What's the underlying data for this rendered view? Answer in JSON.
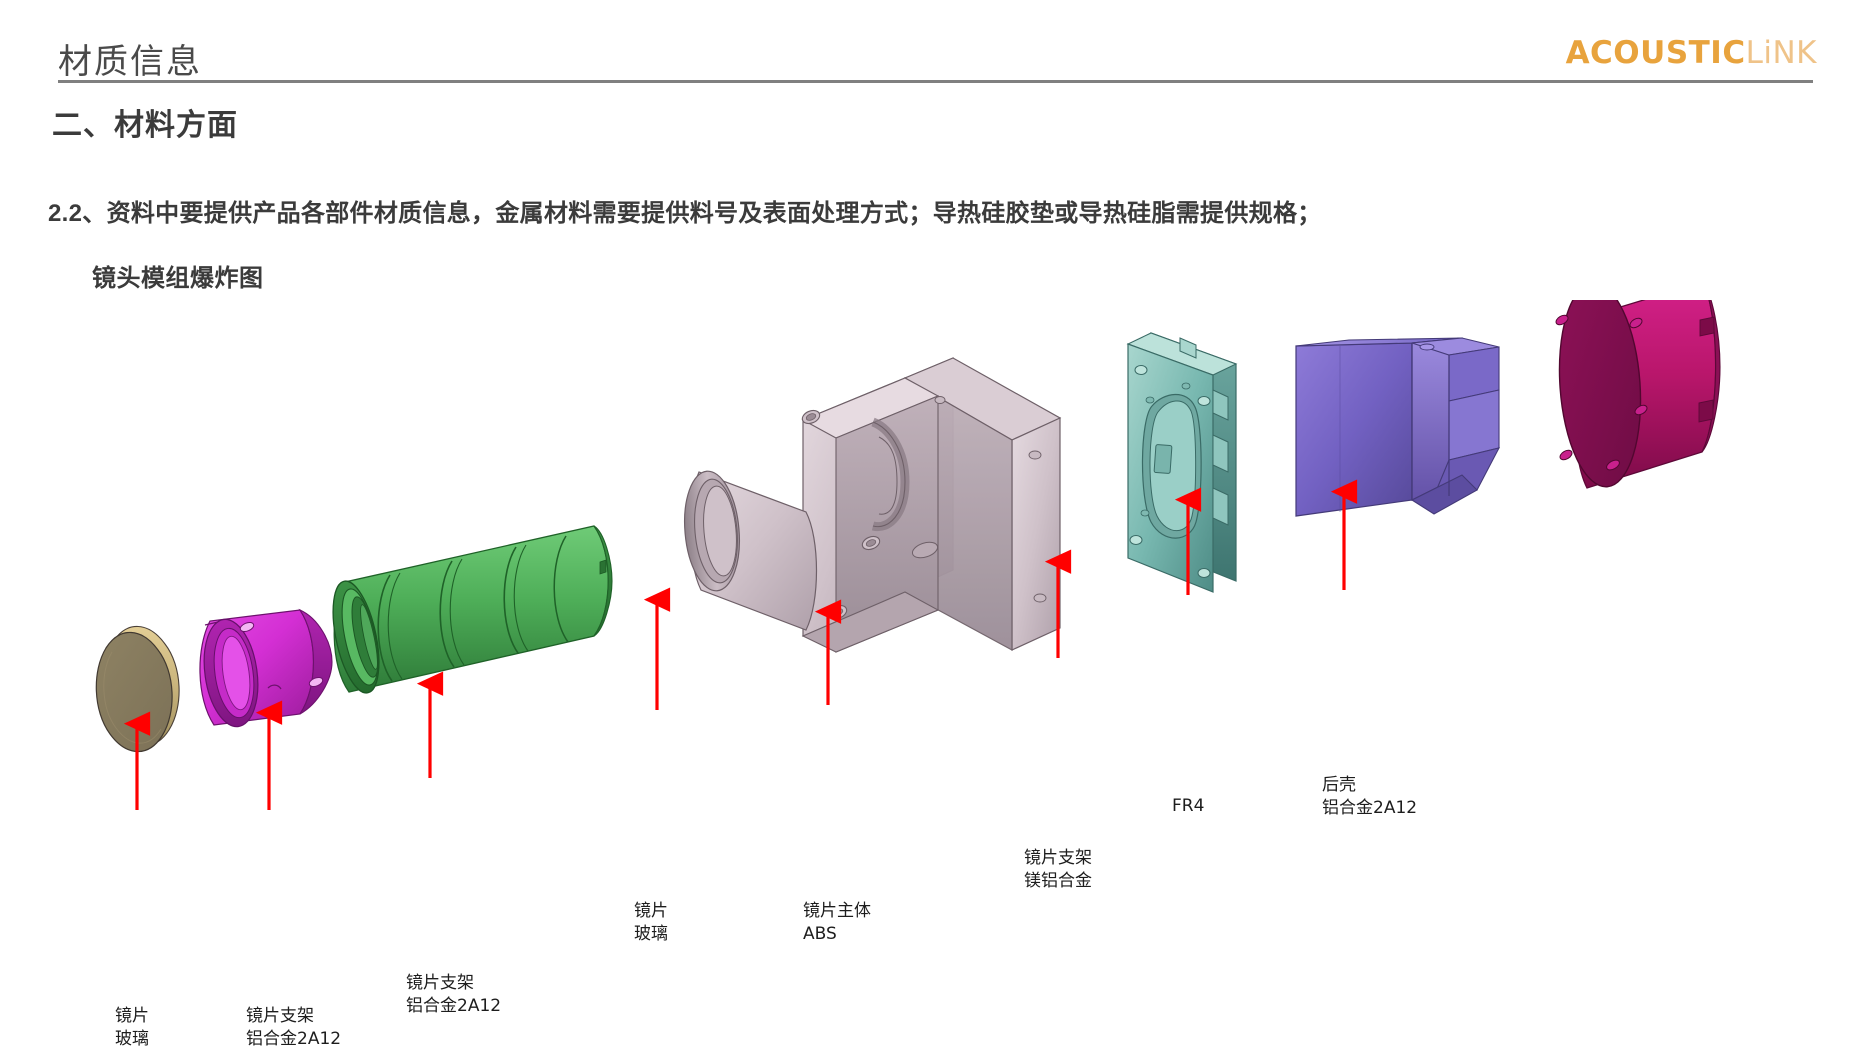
{
  "header": {
    "title": "材质信息",
    "logo_primary": "ACOUSTIC",
    "logo_secondary": "LiNK",
    "logo_color_primary": "#E8A33D",
    "logo_color_secondary": "#EFC389",
    "rule_color": "#808080"
  },
  "content": {
    "section_heading": "二、材料方面",
    "paragraph": "2.2、资料中要提供产品各部件材质信息，金属材料需要提供料号及表面处理方式；导热硅胶垫或导热硅脂需提供规格；",
    "sub_heading": "镜头模组爆炸图"
  },
  "diagram": {
    "title": "镜头模组爆炸图",
    "arrow_color": "#FF0000",
    "parts": [
      {
        "id": "lens-glass-front",
        "name_line1": "镜片",
        "name_line2": "玻璃",
        "color": "#B9A878",
        "shape": "disc"
      },
      {
        "id": "lens-bracket-magenta",
        "name_line1": "镜片支架",
        "name_line2": "铝合金2A12",
        "color": "#D42FD4",
        "shape": "ring"
      },
      {
        "id": "lens-bracket-green",
        "name_line1": "镜片支架",
        "name_line2": "铝合金2A12",
        "color": "#4CAF50",
        "shape": "barrel"
      },
      {
        "id": "lens-glass-small",
        "name_line1": "镜片",
        "name_line2": "玻璃",
        "color": "#6B4A48",
        "shape": "disc"
      },
      {
        "id": "lens-body",
        "name_line1": "镜片主体",
        "name_line2": "ABS",
        "color": "#CDBFC6",
        "shape": "housing"
      },
      {
        "id": "lens-bracket-mg",
        "name_line1": "镜片支架",
        "name_line2": "镁铝合金",
        "color": "#7FC0B8",
        "shape": "plate"
      },
      {
        "id": "pcb",
        "name_line1": "FR4",
        "name_line2": "",
        "color": "#7B68C8",
        "shape": "box"
      },
      {
        "id": "rear-shell",
        "name_line1": "后壳",
        "name_line2": "铝合金2A12",
        "color": "#B9166B",
        "shape": "cylinder"
      }
    ]
  }
}
